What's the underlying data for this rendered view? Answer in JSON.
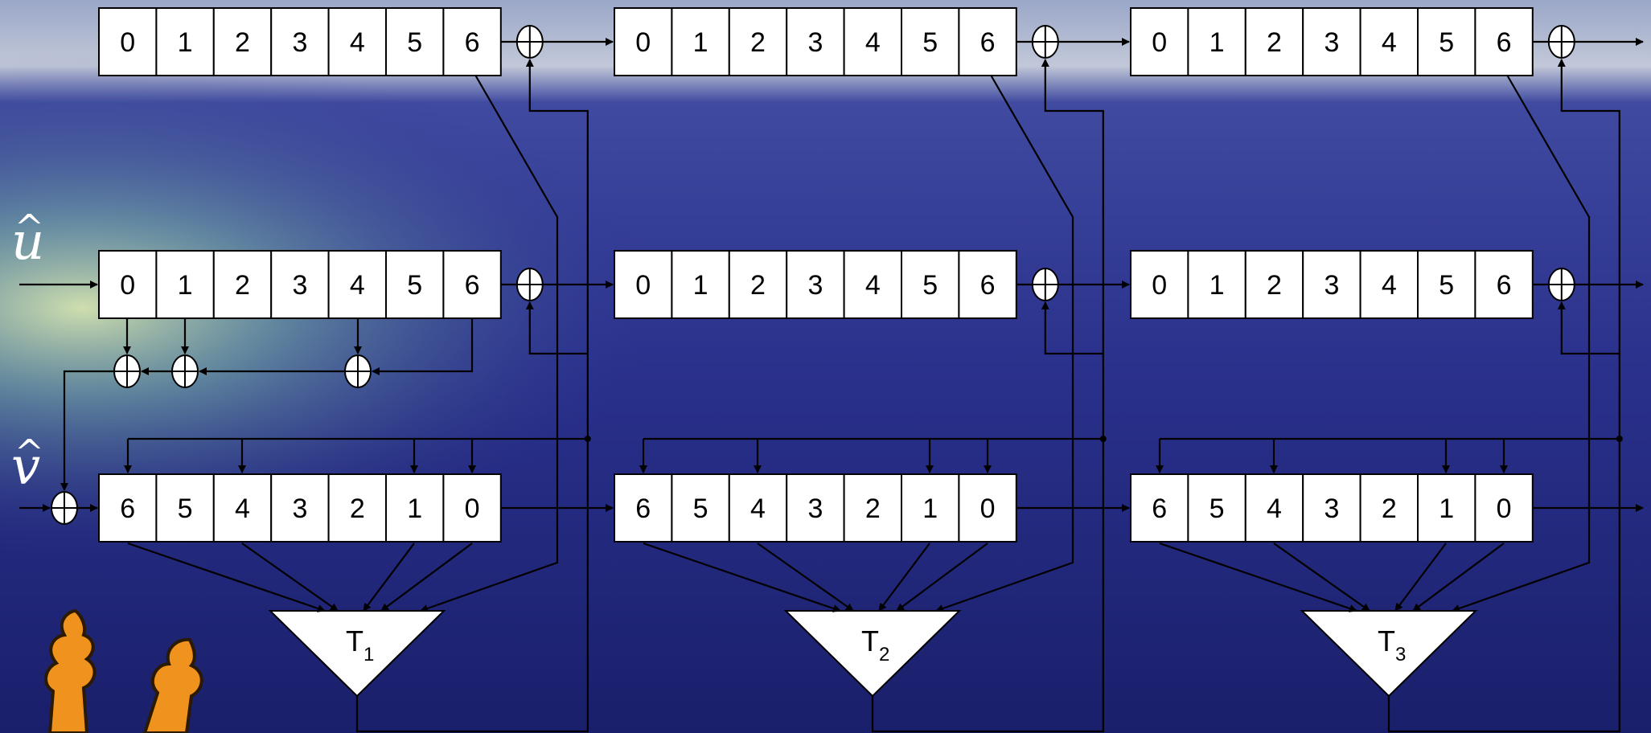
{
  "colors": {
    "sky_top": "#9aa7c8",
    "sea": "#2a318c",
    "deep_sea": "#1a1f6b",
    "glow": "#d8e7b0",
    "plant": "#f0921e",
    "plant_outline": "#2b1a00"
  },
  "inputs": {
    "u": "u",
    "v": "v",
    "hat": "^"
  },
  "register_top": [
    "0",
    "1",
    "2",
    "3",
    "4",
    "5",
    "6"
  ],
  "register_mid": [
    "0",
    "1",
    "2",
    "3",
    "4",
    "5",
    "6"
  ],
  "register_bottom": [
    "6",
    "5",
    "4",
    "3",
    "2",
    "1",
    "0"
  ],
  "stages": [
    {
      "tbox": "T",
      "sub": "1"
    },
    {
      "tbox": "T",
      "sub": "2"
    },
    {
      "tbox": "T",
      "sub": "3"
    }
  ],
  "icons": {
    "xor": "xor-adder-icon",
    "arrow": "arrowhead-icon",
    "decoration": "orange-plant-icon"
  }
}
